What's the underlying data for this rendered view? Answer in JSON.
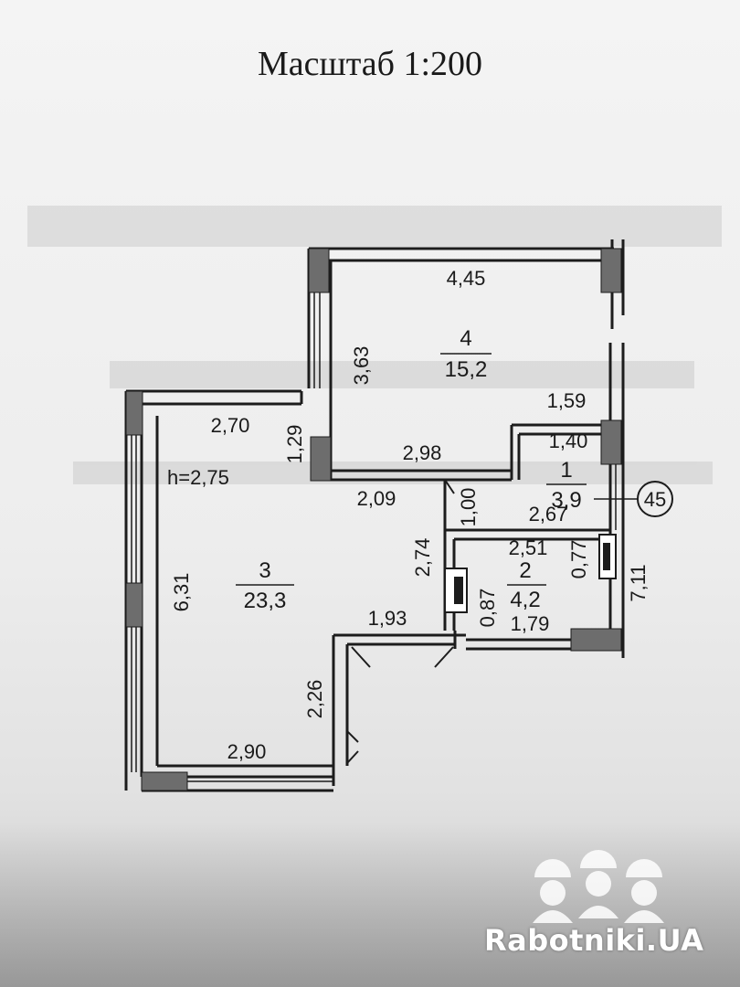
{
  "scale_label": "Масштаб 1:200",
  "rooms": [
    {
      "number": "1",
      "area": "3,9"
    },
    {
      "number": "2",
      "area": "4,2"
    },
    {
      "number": "3",
      "area": "23,3"
    },
    {
      "number": "4",
      "area": "15,2"
    }
  ],
  "ceiling_height": "h=2,75",
  "apartment_number": "45",
  "dimensions": {
    "d_4_45": "4,45",
    "d_3_63": "3,63",
    "d_1_59": "1,59",
    "d_1_40": "1,40",
    "d_2_70": "2,70",
    "d_1_29": "1,29",
    "d_2_98": "2,98",
    "d_2_09": "2,09",
    "d_1_00": "1,00",
    "d_2_67": "2,67",
    "d_2_51": "2,51",
    "d_0_77": "0,77",
    "d_7_11": "7,11",
    "d_2_74": "2,74",
    "d_6_31": "6,31",
    "d_1_93": "1,93",
    "d_0_87": "0,87",
    "d_1_79": "1,79",
    "d_2_26": "2,26",
    "d_2_90": "2,90"
  },
  "watermark": "Rabotniki.UA"
}
